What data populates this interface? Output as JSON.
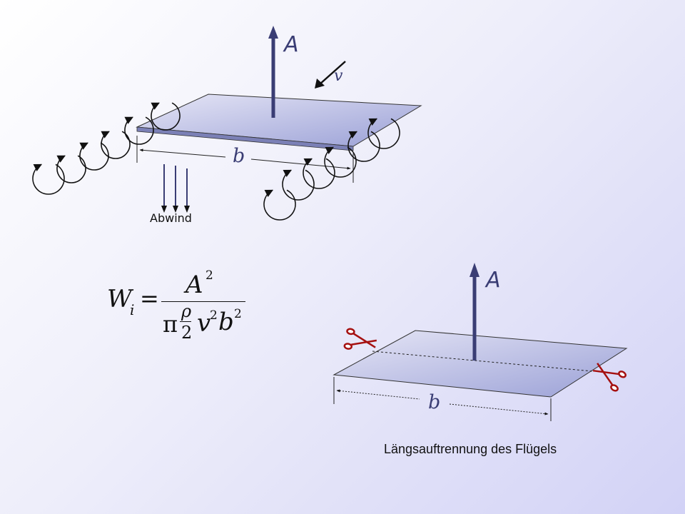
{
  "colors": {
    "plate_light": "#e6e6f6",
    "plate_dark": "#9aa0d6",
    "arrow": "#3a3d74",
    "scissors": "#a51010",
    "vortex": "#111111"
  },
  "top_diagram": {
    "lift_label": "A",
    "velocity_label": "v",
    "span_label": "b",
    "downwash_label": "Abwind"
  },
  "formula": {
    "W": "W",
    "i": "i",
    "eq": "=",
    "A": "A",
    "A_exp": "2",
    "pi": "π",
    "rho": "ρ",
    "two": "2",
    "v": "v",
    "v_exp": "2",
    "b": "b",
    "b_exp": "2"
  },
  "bottom_diagram": {
    "lift_label": "A",
    "span_label": "b",
    "caption": "Längsauftrennung des Flügels"
  },
  "icons": [
    "lift-arrow-icon",
    "velocity-arrow-icon",
    "downwash-arrow-icon",
    "vortex-icon",
    "scissors-icon"
  ]
}
